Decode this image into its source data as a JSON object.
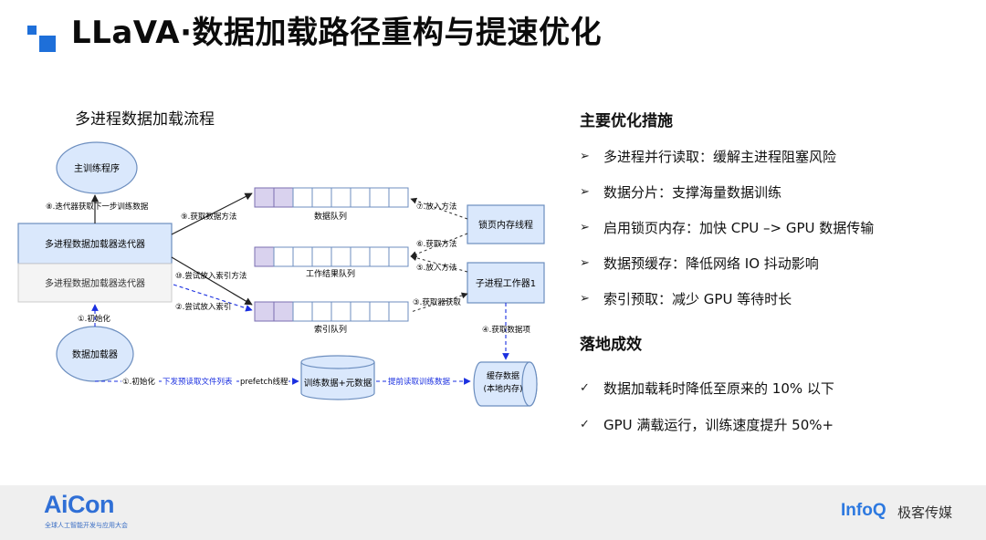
{
  "title": "LLaVA·数据加载路径重构与提速优化",
  "diagram": {
    "heading": "多进程数据加载流程",
    "nodes": {
      "main_training": "主训练程序",
      "iterator_top": "多进程数据加载器迭代器",
      "iterator_bottom": "多进程数据加载器迭代器",
      "data_loader": "数据加载器",
      "pinned_memory_thread": "锁页内存线程",
      "worker1": "子进程工作器1",
      "training_data": "训练数据+元数据",
      "cache_line1": "缓存数据",
      "cache_line2": "(本地内存)"
    },
    "queues": {
      "data_queue": "数据队列",
      "result_queue": "工作结果队列",
      "index_queue": "索引队列"
    },
    "edge_labels": {
      "e8": "⑧.迭代器获取下一步训练数据",
      "e9": "⑨.获取数据方法",
      "e10": "⑩.尝试放入索引方法",
      "e2": "②.尝试放入索引",
      "e1": "①.初始化",
      "e7": "⑦.放入方法",
      "e6": "⑥.获取方法",
      "e5": "⑤.放入方法",
      "e3": "③.获取器获取",
      "e4": "④.获取数据项",
      "e_init": "①.初始化",
      "e_prefetch_blue": "下发预读取文件列表",
      "e_prefetch": "prefetch线程",
      "e_read_ahead": "提前读取训练数据"
    }
  },
  "optimizations": {
    "title": "主要优化措施",
    "items": [
      "多进程并行读取：缓解主进程阻塞风险",
      "数据分片：支撑海量数据训练",
      "启用锁页内存：加快 CPU –> GPU 数据传输",
      "数据预缓存：降低网络 IO 抖动影响",
      "索引预取：减少 GPU 等待时长"
    ]
  },
  "results": {
    "title": "落地成效",
    "items": [
      "数据加载耗时降低至原来的 10% 以下",
      "GPU 满载运行，训练速度提升 50%+"
    ]
  },
  "footer": {
    "brand": "AiCon",
    "brand_sub": "全球人工智能开发与应用大会",
    "infoq": "InfoQ",
    "media": "极客传媒"
  },
  "colors": {
    "accent_blue": "#1e6fd9",
    "node_fill": "#dae8fc",
    "node_stroke": "#6c8ebf",
    "queue_filled": "#d9d2ee",
    "dashed_blue": "#1a2fe0"
  }
}
